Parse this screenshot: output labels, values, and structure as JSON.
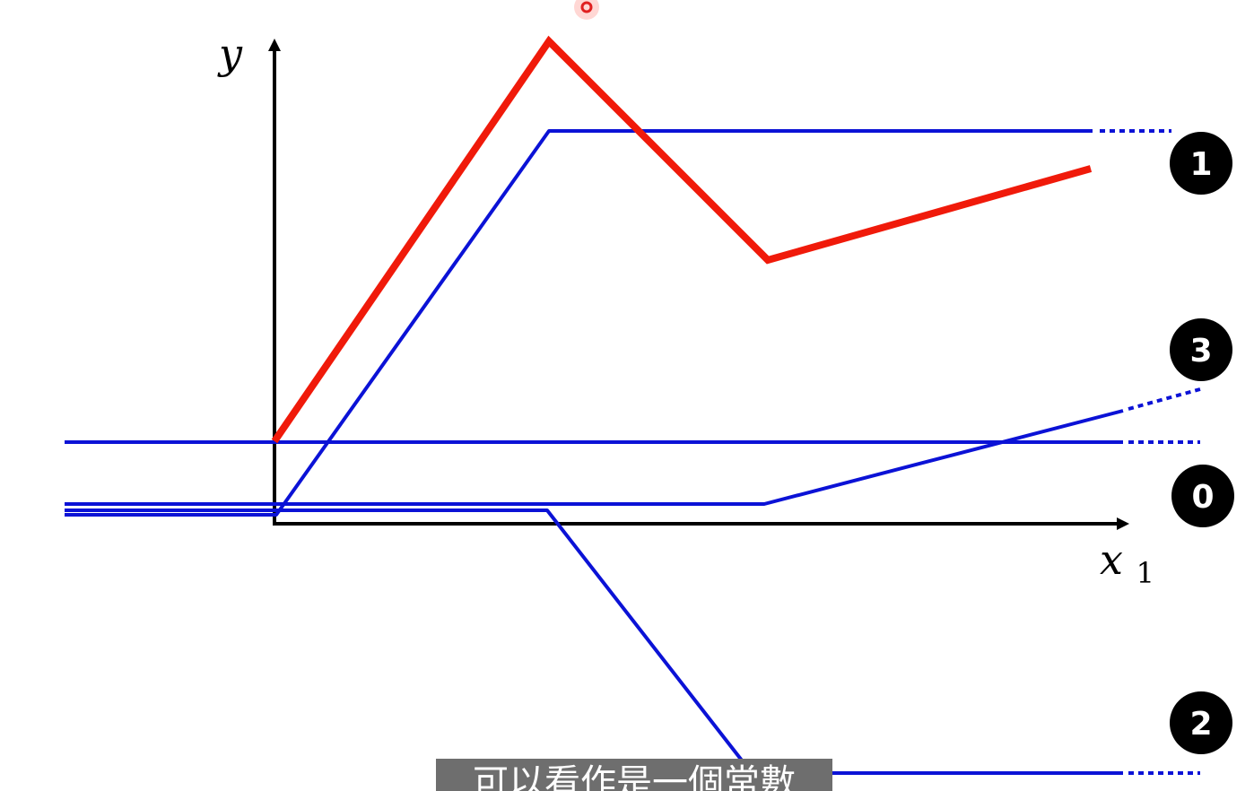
{
  "diagram": {
    "y_axis_label": "y",
    "x_axis_label": "x",
    "x_axis_subscript": "1",
    "colors": {
      "target": "#f01a0a",
      "component": "#0b12d6",
      "axis": "#000000",
      "badge": "#000000",
      "pointer": "#e02020"
    },
    "badges": [
      {
        "id": "badge-1",
        "text": "1"
      },
      {
        "id": "badge-3",
        "text": "3"
      },
      {
        "id": "badge-0",
        "text": "0"
      },
      {
        "id": "badge-2",
        "text": "2"
      }
    ]
  },
  "subtitle": {
    "text": "可以看作是一個常數"
  }
}
